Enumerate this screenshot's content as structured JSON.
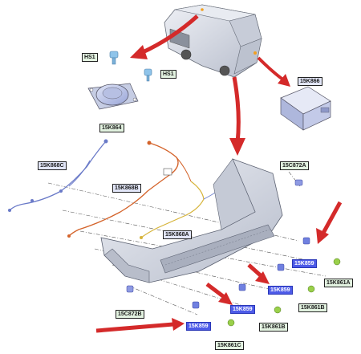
{
  "labels": {
    "hs1_left": "HS1",
    "hs1_right": "HS1",
    "k864": "15K864",
    "k866": "15K866",
    "k868c": "15K868C",
    "k868b": "15K868B",
    "k868a": "15K868A",
    "c872a": "15C872A",
    "c872b": "15C872B",
    "k859_a": "15K859",
    "k859_b": "15K859",
    "k859_c": "15K859",
    "k859_d": "15K859",
    "k861a": "15K861A",
    "k861b_right": "15K861B",
    "k861b_mid": "15K861B",
    "k861c": "15K861C"
  },
  "colors": {
    "arrow": "#d42a2a",
    "part_fill": "#cfd4e0",
    "part_stroke": "#555b66",
    "harness_orange": "#d4632a",
    "harness_yellow": "#d6b43a",
    "harness_blue": "#6a7ac8",
    "sensor_blue": "#7080e0",
    "clip_green": "#9ad04a",
    "label_selected": "#4d5be8"
  }
}
